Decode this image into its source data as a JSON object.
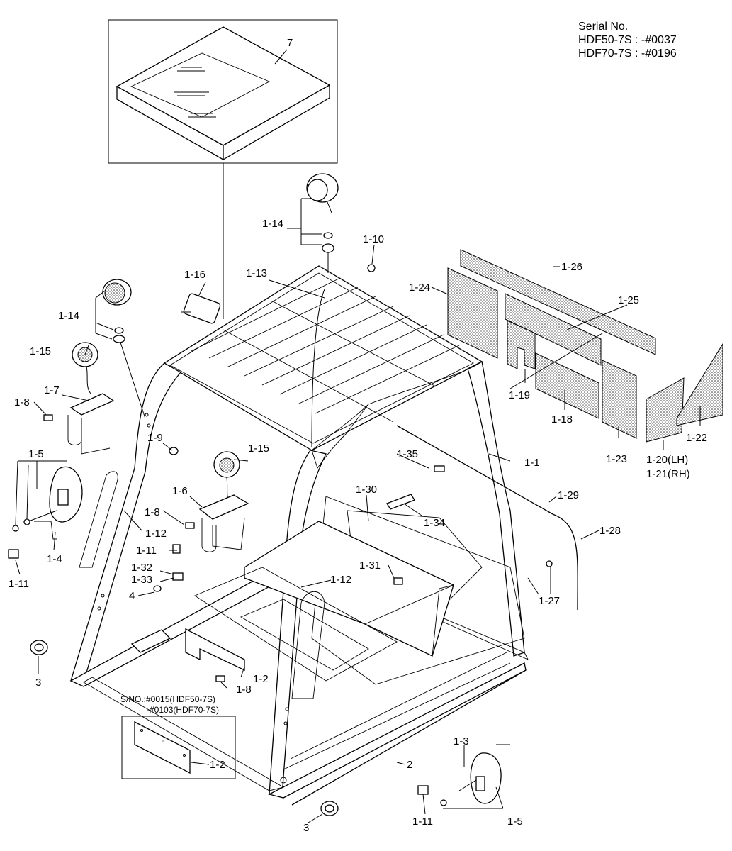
{
  "serial": {
    "heading": "Serial No.",
    "line1": "HDF50-7S : -#0037",
    "line2": "HDF70-7S : -#0196"
  },
  "inset_note": {
    "line1": "S/NO.:#0015(HDF50-7S)",
    "line2": "-#0103(HDF70-7S)"
  },
  "callouts": {
    "c7": "7",
    "c1_14a": "1-14",
    "c1_14b": "1-14",
    "c1_10": "1-10",
    "c1_16": "1-16",
    "c1_13": "1-13",
    "c1_26": "1-26",
    "c1_24": "1-24",
    "c1_25": "1-25",
    "c1_15a": "1-15",
    "c1_15b": "1-15",
    "c1_19": "1-19",
    "c1_18": "1-18",
    "c1_23": "1-23",
    "c1_22": "1-22",
    "c1_20": "1-20(LH)",
    "c1_21": "1-21(RH)",
    "c1_7": "1-7",
    "c1_8a": "1-8",
    "c1_8b": "1-8",
    "c1_8c": "1-8",
    "c1_9": "1-9",
    "c1_5a": "1-5",
    "c1_5b": "1-5",
    "c1_6": "1-6",
    "c1_35": "1-35",
    "c1_1": "1-1",
    "c1_30": "1-30",
    "c1_29": "1-29",
    "c1_34": "1-34",
    "c1_28": "1-28",
    "c1_12a": "1-12",
    "c1_12b": "1-12",
    "c1_4": "1-4",
    "c1_11a": "1-11",
    "c1_11b": "1-11",
    "c1_11c": "1-11",
    "c1_31": "1-31",
    "c1_32": "1-32",
    "c1_33": "1-33",
    "c4": "4",
    "c1_27": "1-27",
    "c3a": "3",
    "c3b": "3",
    "c1_2a": "1-2",
    "c1_2b": "1-2",
    "c1_3": "1-3",
    "c2": "2"
  }
}
